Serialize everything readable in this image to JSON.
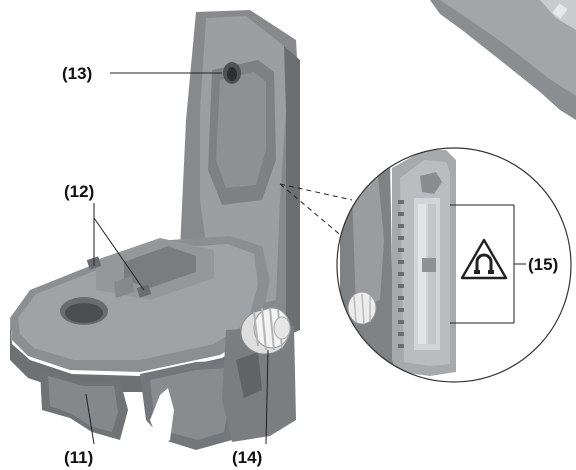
{
  "callouts": {
    "c11": "(11)",
    "c12": "(12)",
    "c13": "(13)",
    "c14": "(14)",
    "c15": "(15)"
  },
  "colors": {
    "body_dark": "#777a7d",
    "body_mid": "#939699",
    "body_light": "#b5b8bb",
    "body_shadow": "#5f6265",
    "knob": "#f2f2f2",
    "warning_yellow": "#ffffff"
  },
  "icons": {
    "warning": "magnet-warning-icon"
  }
}
